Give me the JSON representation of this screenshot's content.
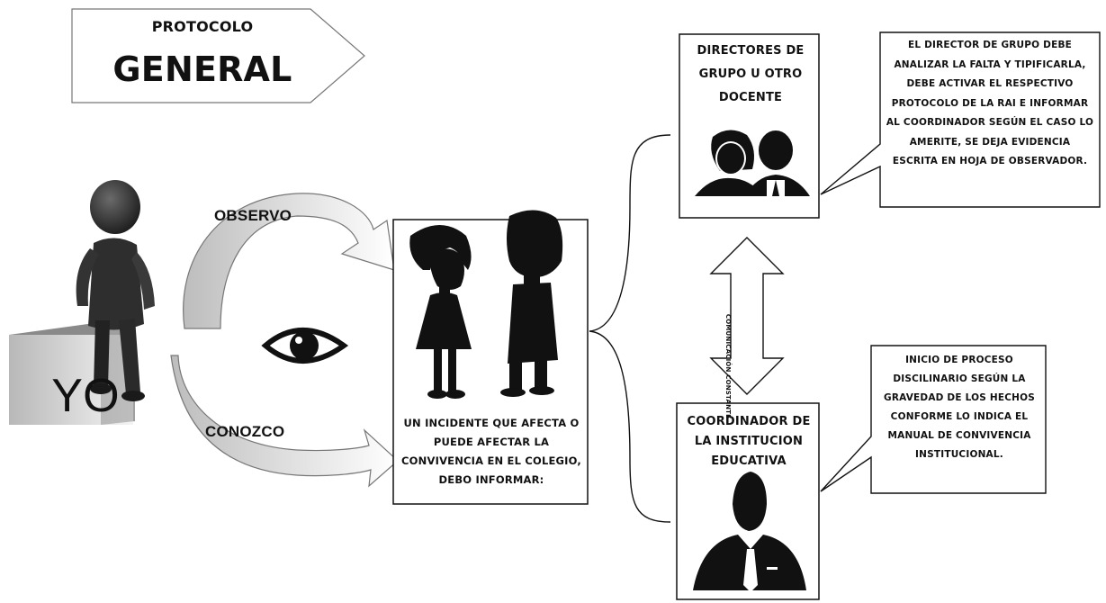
{
  "title": {
    "line1": "PROTOCOLO",
    "line2": "GENERAL"
  },
  "self_label": "YO",
  "action_observe": "OBSERVO",
  "action_know": "CONOZCO",
  "incident_text": "UN INCIDENTE QUE AFECTA O PUEDE AFECTAR LA CONVIVENCIA EN EL COLEGIO, DEBO INFORMAR:",
  "directors": {
    "title": "DIRECTORES DE GRUPO U OTRO DOCENTE",
    "note": "EL DIRECTOR DE GRUPO DEBE ANALIZAR LA FALTA Y TIPIFICARLA, DEBE ACTIVAR EL RESPECTIVO PROTOCOLO DE LA RAI E INFORMAR AL COORDINADOR SEGÚN EL CASO LO AMERITE, SE DEJA EVIDENCIA ESCRITA EN HOJA DE OBSERVADOR."
  },
  "coordinator": {
    "title": "COORDINADOR DE LA INSTITUCION EDUCATIVA",
    "note": "INICIO DE PROCESO DISCILINARIO SEGÚN LA GRAVEDAD DE LOS HECHOS CONFORME LO INDICA EL MANUAL DE CONVIVENCIA INSTITUCIONAL."
  },
  "communication": "COMUNICACIÓN CONSTANTE",
  "icons": [
    "person-3d-icon",
    "eye-icon",
    "girl-silhouette-icon",
    "boy-silhouette-icon",
    "two-people-icon",
    "businessman-icon"
  ]
}
